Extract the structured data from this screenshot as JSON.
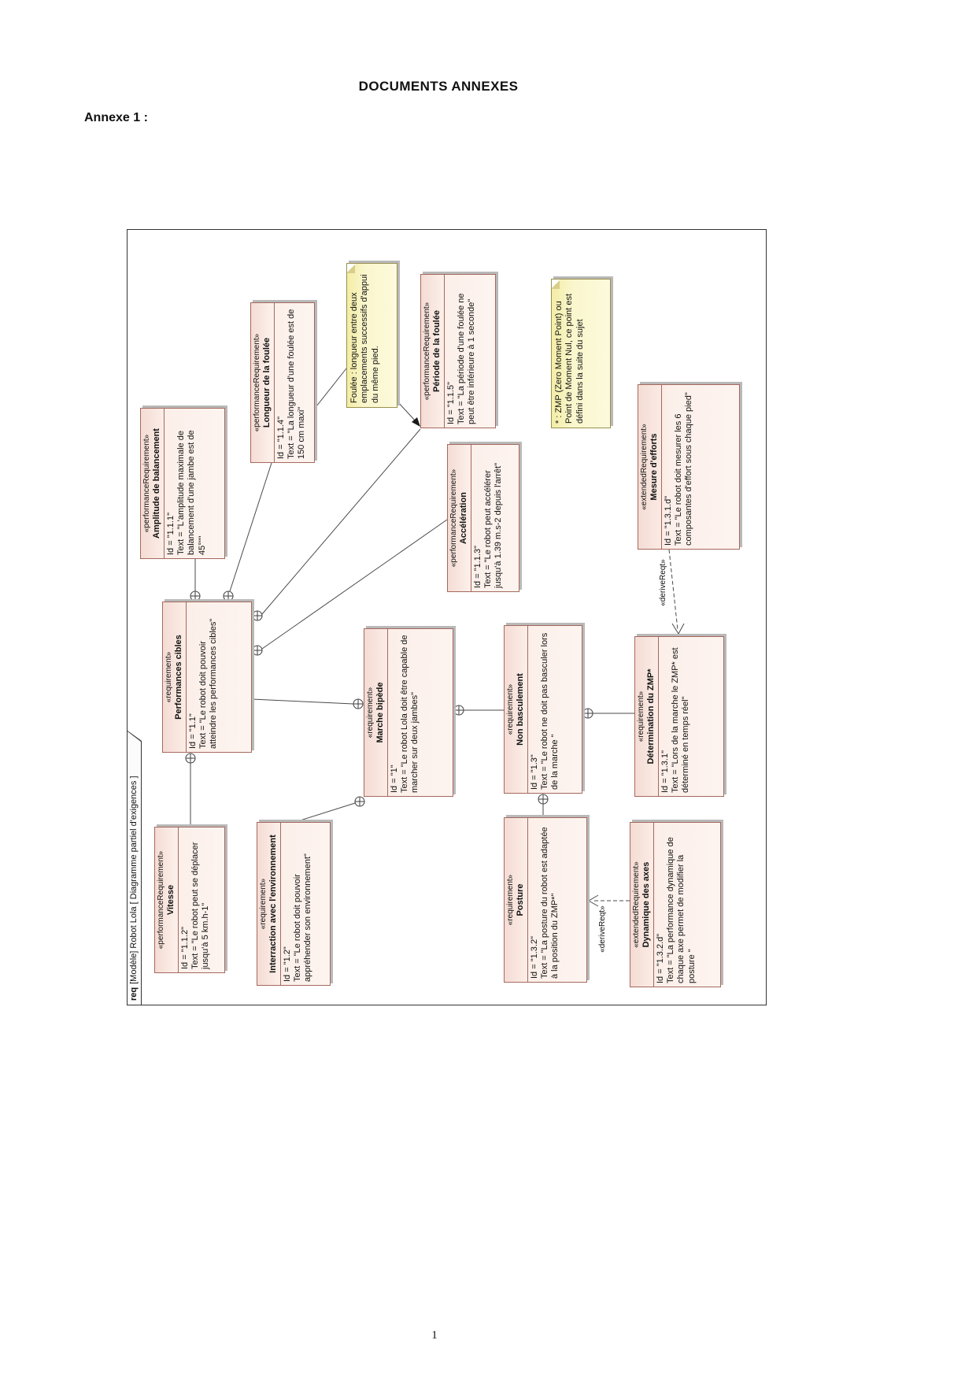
{
  "page": {
    "title": "DOCUMENTS ANNEXES",
    "annex_label": "Annexe 1 :",
    "page_number": "1"
  },
  "diagram": {
    "frame": {
      "keyword": "req",
      "label": "[Modèle] Robot Lola [ Diagramme partiel d'exigences ]"
    },
    "colors": {
      "requirement_fill": "#fdf2ee",
      "requirement_border": "#a5695e",
      "note_fill": "#faf6cc",
      "note_border": "#99904f",
      "connector": "#4a4a4a"
    },
    "requirements": [
      {
        "stereotype": "«performanceRequirement»",
        "name": "Vitesse",
        "id_line": "Id = \"1.1.2\"",
        "text_line": "Text = \"Le robot peut se déplacer jusqu'à 5 km.h-1\""
      },
      {
        "stereotype": "«requirement»",
        "name": "Performances cibles",
        "id_line": "Id = \"1.1\"",
        "text_line": "Text = \"Le robot doit pouvoir atteindre les performances cibles\""
      },
      {
        "stereotype": "«performanceRequirement»",
        "name": "Amplitude de balancement",
        "id_line": "Id = \"1.1.1\"",
        "text_line": "Text = \"L'amplitude maximale de balancement d'une jambe est de 45°\"\""
      },
      {
        "stereotype": "«performanceRequirement»",
        "name": "Longueur de la foulée",
        "id_line": "Id = \"1.1.4\"",
        "text_line": "Text = \"La longueur d'une foulée est de 150 cm maxi\""
      },
      {
        "stereotype": "«performanceRequirement»",
        "name": "Période de la foulée",
        "id_line": "Id = \"1.1.5\"",
        "text_line": "Text = \"La période d'une foulée ne peut être inférieure à 1 seconde\""
      },
      {
        "stereotype": "«performanceRequirement»",
        "name": "Accélération",
        "id_line": "Id = \"1.1.3\"",
        "text_line": "Text = \"Le robot peut accélérer jusqu'à 1.39 m.s-2 depuis l'arrêt\""
      },
      {
        "stereotype": "«extendedRequirement»",
        "name": "Mesure d'efforts",
        "id_line": "Id = \"1.3.1.d\"",
        "text_line": "Text = \"Le robot doit mesurer les 6 composantes d'effort sous chaque pied\""
      },
      {
        "stereotype": "«requirement»",
        "name": "Marche bipède",
        "id_line": "Id = \"1\"",
        "text_line": "Text = \"Le robot Lola doit être capable de marcher sur deux jambes\""
      },
      {
        "stereotype": "«requirement»",
        "name": "Non basculement",
        "id_line": "Id = \"1.3\"",
        "text_line": "Text = \"Le robot ne doit pas basculer lors de la marche \""
      },
      {
        "stereotype": "«requirement»",
        "name": "Détermination du ZMP*",
        "id_line": "Id = \"1.3.1\"",
        "text_line": "Text = \"Lors de la marche le ZMP* est déterminé en temps réel\""
      },
      {
        "stereotype": "«requirement»",
        "name": "Interraction avec l'environnement",
        "id_line": "Id = \"1.2\"",
        "text_line": "Text = \"Le robot doit pouvoir appréhender son environnement\""
      },
      {
        "stereotype": "«requirement»",
        "name": "Posture",
        "id_line": "Id = \"1.3.2\"",
        "text_line": "Text = \"La posture du robot est adaptée à la position du ZMP*\""
      },
      {
        "stereotype": "«extendedRequirement»",
        "name": "Dynamique des axes",
        "id_line": "Id = \"1.3.2.d\"",
        "text_line": "Text = \"La performance dynamique de chaque axe permet de modifier la posture \""
      }
    ],
    "notes": [
      {
        "text": "Foulée : longueur entre deux emplacements successifs d'appui du même pied."
      },
      {
        "text": "* : ZMP (Zero Moment Point) ou Point de Moment Nul, ce point est défini dans la suite du sujet"
      }
    ],
    "connector_labels": {
      "derive_posture": "«deriveReqt»",
      "derive_zmp": "«deriveReqt»"
    },
    "relationships": [
      {
        "type": "containment",
        "parent": "Performances cibles",
        "child": "Vitesse"
      },
      {
        "type": "containment",
        "parent": "Performances cibles",
        "child": "Amplitude de balancement"
      },
      {
        "type": "containment",
        "parent": "Performances cibles",
        "child": "Longueur de la foulée"
      },
      {
        "type": "containment",
        "parent": "Performances cibles",
        "child": "Période de la foulée"
      },
      {
        "type": "containment",
        "parent": "Performances cibles",
        "child": "Accélération"
      },
      {
        "type": "containment",
        "parent": "Marche bipède",
        "child": "Performances cibles"
      },
      {
        "type": "containment",
        "parent": "Marche bipède",
        "child": "Interraction avec l'environnement"
      },
      {
        "type": "containment",
        "parent": "Marche bipède",
        "child": "Non basculement"
      },
      {
        "type": "containment",
        "parent": "Non basculement",
        "child": "Posture"
      },
      {
        "type": "containment",
        "parent": "Non basculement",
        "child": "Détermination du ZMP*"
      },
      {
        "type": "deriveReqt",
        "from": "Dynamique des axes",
        "to": "Posture",
        "label": "«deriveReqt»"
      },
      {
        "type": "deriveReqt",
        "from": "Mesure d'efforts",
        "to": "Détermination du ZMP*",
        "label": "«deriveReqt»"
      },
      {
        "type": "note-anchor",
        "from": "Foulée note",
        "to": "Période de la foulée"
      },
      {
        "type": "note-anchor",
        "from": "Foulée note",
        "to": "Longueur de la foulée"
      }
    ]
  }
}
